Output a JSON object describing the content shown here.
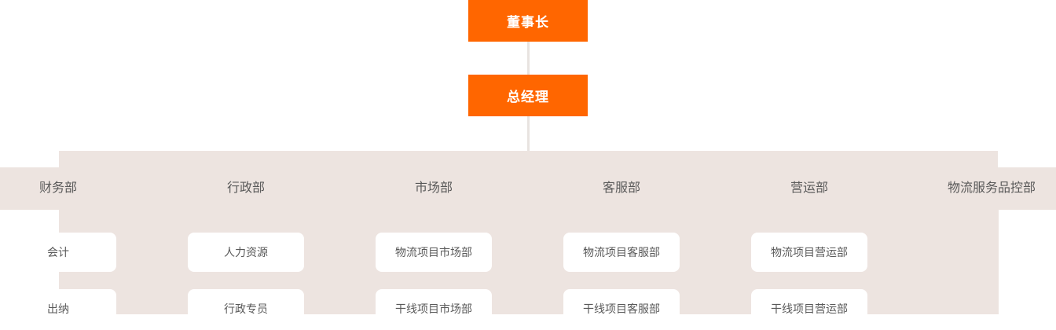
{
  "chart": {
    "title_hierarchy": "组织架构图",
    "colors": {
      "executive_box": "#FF6600",
      "executive_text": "#FFFFFF",
      "band_background": "#EDE4E0",
      "unit_box_background": "#FFFFFF",
      "label_text": "#595959",
      "connector_line": "#E8E3E0"
    },
    "executives": [
      {
        "label": "董事长",
        "level": 1
      },
      {
        "label": "总经理",
        "level": 2
      }
    ],
    "departments": [
      {
        "label": "财务部",
        "units": [
          {
            "label": "会计"
          },
          {
            "label": "出纳"
          }
        ]
      },
      {
        "label": "行政部",
        "units": [
          {
            "label": "人力资源"
          },
          {
            "label": "行政专员"
          }
        ]
      },
      {
        "label": "市场部",
        "units": [
          {
            "label": "物流项目市场部"
          },
          {
            "label": "干线项目市场部"
          }
        ]
      },
      {
        "label": "客服部",
        "units": [
          {
            "label": "物流项目客服部"
          },
          {
            "label": "干线项目客服部"
          }
        ]
      },
      {
        "label": "营运部",
        "units": [
          {
            "label": "物流项目营运部"
          },
          {
            "label": "干线项目营运部"
          }
        ]
      },
      {
        "label": "物流服务品控部",
        "units": []
      }
    ]
  }
}
